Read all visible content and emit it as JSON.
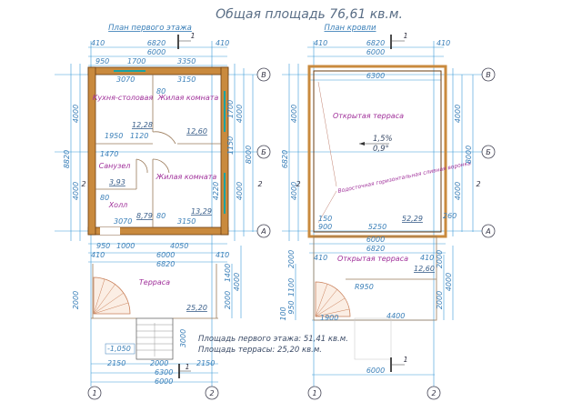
{
  "title": "Общая площадь 76,61 кв.м.",
  "plan1": {
    "title": "План первого этажа",
    "rooms": {
      "kitchen": "Кухня-столовая",
      "living1": "Жилая комната",
      "bath": "Санузел",
      "living2": "Жилая комната",
      "hall": "Холл",
      "terrace": "Терраса"
    },
    "areas": {
      "kitchen": "12,28",
      "living1": "12,60",
      "bath": "3,93",
      "hall": "8,79",
      "living2": "13,29",
      "terrace": "25,20"
    },
    "dims_top": [
      "6820",
      "6000",
      "410",
      "410",
      "950",
      "1700",
      "3350",
      "3070",
      "3150"
    ],
    "dims_mid": [
      "1950",
      "1120",
      "1470",
      "80",
      "80",
      "80"
    ],
    "dims_bottom": [
      "3070",
      "3150",
      "950",
      "1000",
      "4050",
      "6000",
      "6820",
      "410",
      "410",
      "2150",
      "2000",
      "2150",
      "6300",
      "6000"
    ],
    "dims_side": [
      "8820",
      "4000",
      "4000",
      "8000",
      "4000",
      "4000",
      "1700",
      "1150",
      "4220",
      "2000",
      "1400",
      "4000",
      "3000",
      "2000"
    ],
    "level": "-1,050",
    "section_mark": "1",
    "section_side": "2",
    "summary1": "Площадь первого этажа: 51,41 кв.м.",
    "summary2": "Площадь террасы: 25,20 кв.м."
  },
  "plan2": {
    "title": "План кровли",
    "rooms": {
      "open1": "Открытая терраса",
      "open2": "Открытая терраса"
    },
    "areas": {
      "open1": "52,29",
      "open2": "12,60"
    },
    "slope1": "1,5%",
    "slope2": "0,9°",
    "drain": "Водосточная горизонтальная сливная воронка",
    "dims_top": [
      "6820",
      "6000",
      "410",
      "410",
      "6300"
    ],
    "dims_bottom": [
      "5250",
      "900",
      "150",
      "6000",
      "6820",
      "410",
      "410",
      "R950",
      "1900",
      "4400",
      "6000"
    ],
    "dims_side": [
      "6820",
      "4000",
      "4000",
      "8000",
      "4000",
      "4000",
      "2000",
      "1100",
      "950",
      "100",
      "2000",
      "4000",
      "2000",
      "260"
    ]
  },
  "axes": {
    "v": "В",
    "b": "Б",
    "a": "А",
    "one": "1",
    "two": "2"
  }
}
